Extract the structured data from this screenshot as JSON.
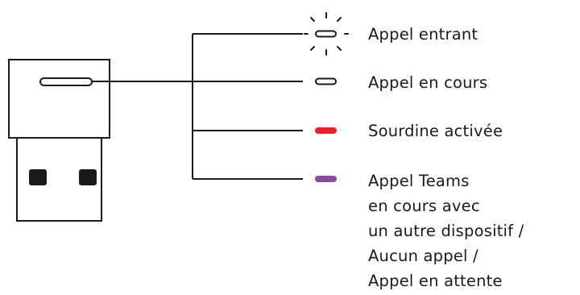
{
  "legend": {
    "items": [
      {
        "id": "incoming",
        "indicator": "blinking-white-light",
        "lines": [
          "Appel entrant"
        ]
      },
      {
        "id": "active",
        "indicator": "solid-white-light",
        "lines": [
          "Appel en cours"
        ]
      },
      {
        "id": "muted",
        "indicator": "solid-red-light",
        "color": "#e8212a",
        "lines": [
          "Sourdine activée"
        ]
      },
      {
        "id": "teams",
        "indicator": "solid-purple-light",
        "color": "#8a4a9f",
        "lines": [
          "Appel Teams",
          "en cours avec",
          "un autre dispositif /",
          "Aucun appel /",
          "Appel en attente"
        ]
      }
    ]
  },
  "colors": {
    "stroke": "#1a1a1a",
    "muted_light": "#e8212a",
    "teams_light": "#8a4a9f",
    "usb_pins": "#1a1a1a"
  }
}
